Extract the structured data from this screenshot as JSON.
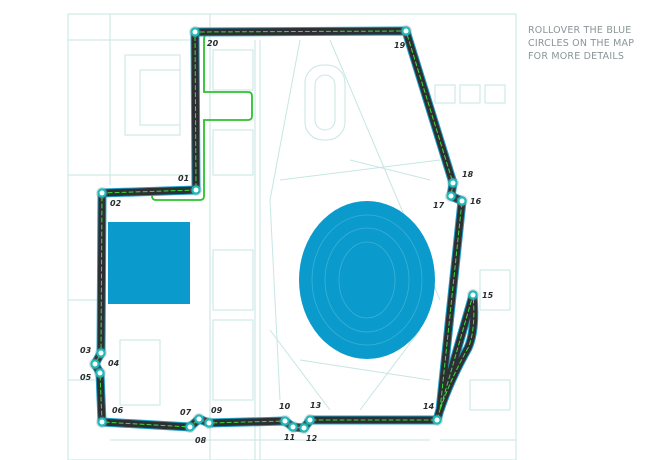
{
  "info": {
    "lines": [
      "ROLLOVER THE BLUE",
      "CIRCLES ON THE MAP",
      "FOR MORE DETAILS"
    ]
  },
  "colors": {
    "track": "#2d2f32",
    "track_edge": "#1da0c8",
    "racing_line": "#3ddc3d",
    "pit_lane": "#2bc22b",
    "turn_marker": "#20b8b8",
    "water": "#0a9bcc",
    "map_lines": "#bfe3e0"
  },
  "turns": [
    {
      "label": "01"
    },
    {
      "label": "02"
    },
    {
      "label": "03"
    },
    {
      "label": "04"
    },
    {
      "label": "05"
    },
    {
      "label": "06"
    },
    {
      "label": "07"
    },
    {
      "label": "08"
    },
    {
      "label": "09"
    },
    {
      "label": "10"
    },
    {
      "label": "11"
    },
    {
      "label": "12"
    },
    {
      "label": "13"
    },
    {
      "label": "14"
    },
    {
      "label": "15"
    },
    {
      "label": "16"
    },
    {
      "label": "17"
    },
    {
      "label": "18"
    },
    {
      "label": "19"
    },
    {
      "label": "20"
    }
  ]
}
